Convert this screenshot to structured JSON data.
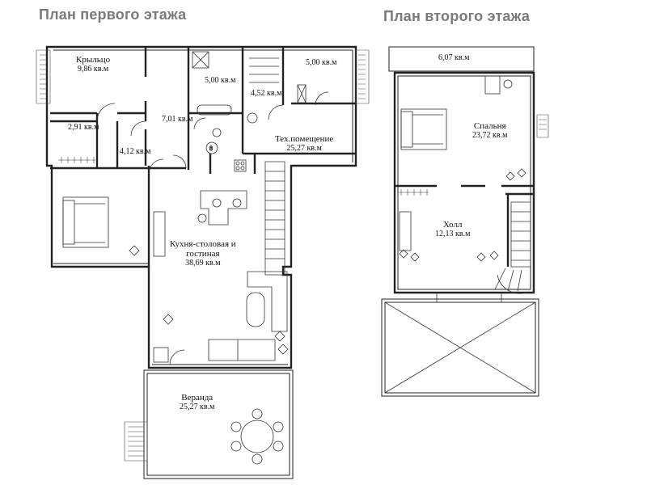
{
  "floor1": {
    "title": "План первого этажа",
    "rooms": [
      {
        "id": "porch-top",
        "name": "Крыльцо",
        "area": "9,86 кв.м"
      },
      {
        "id": "wc-small",
        "name": "",
        "area": "2,91 кв.м"
      },
      {
        "id": "bath-small",
        "name": "",
        "area": "4,12 кв.м"
      },
      {
        "id": "hall-7",
        "name": "",
        "area": "7,01 кв.м"
      },
      {
        "id": "room-5a",
        "name": "",
        "area": "5,00 кв.м"
      },
      {
        "id": "room-452",
        "name": "",
        "area": "4,52 кв.м"
      },
      {
        "id": "room-5b",
        "name": "",
        "area": "5,00 кв.м"
      },
      {
        "id": "tech",
        "name": "Тех.помещение",
        "area": "25,27 кв.м"
      },
      {
        "id": "kitchen",
        "name": "Кухня-столовая и гостиная",
        "name_line1": "Кухня-столовая и",
        "name_line2": "гостиная",
        "area": "38,69 кв.м"
      },
      {
        "id": "veranda",
        "name": "Веранда",
        "area": "25,27 кв.м"
      }
    ],
    "stair_marker": "8"
  },
  "floor2": {
    "title": "План второго этажа",
    "rooms": [
      {
        "id": "balcony",
        "name": "",
        "area": "6,07 кв.м"
      },
      {
        "id": "bedroom",
        "name": "Спальня",
        "area": "23,72 кв.м"
      },
      {
        "id": "holl",
        "name": "Холл",
        "area": "12,13 кв.м"
      }
    ]
  }
}
